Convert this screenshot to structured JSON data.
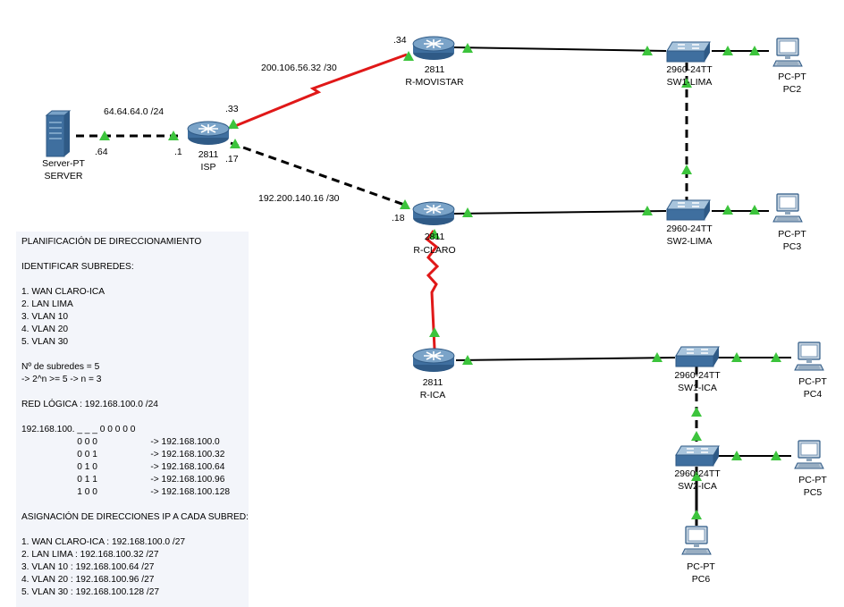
{
  "devices": {
    "server": {
      "type": "Server-PT",
      "name": "SERVER"
    },
    "isp": {
      "type": "2811",
      "name": "ISP"
    },
    "r_movistar": {
      "type": "2811",
      "name": "R-MOVISTAR"
    },
    "r_claro": {
      "type": "2811",
      "name": "R-CLARO"
    },
    "r_ica": {
      "type": "2811",
      "name": "R-ICA"
    },
    "sw1_lima": {
      "type": "2960-24TT",
      "name": "SW1-LIMA"
    },
    "sw2_lima": {
      "type": "2960-24TT",
      "name": "SW2-LIMA"
    },
    "sw1_ica": {
      "type": "2960-24TT",
      "name": "SW1-ICA"
    },
    "sw2_ica": {
      "type": "2960-24TT",
      "name": "SW2-ICA"
    },
    "pc2": {
      "type": "PC-PT",
      "name": "PC2"
    },
    "pc3": {
      "type": "PC-PT",
      "name": "PC3"
    },
    "pc4": {
      "type": "PC-PT",
      "name": "PC4"
    },
    "pc5": {
      "type": "PC-PT",
      "name": "PC5"
    },
    "pc6": {
      "type": "PC-PT",
      "name": "PC6"
    }
  },
  "networks": {
    "server_isp": "64.64.64.0 /24",
    "isp_movistar": "200.106.56.32 /30",
    "isp_claro": "192.200.140.16 /30"
  },
  "hosts": {
    "server": ".64",
    "isp_server": ".1",
    "isp_movistar": ".33",
    "isp_claro": ".17",
    "movistar": ".34",
    "claro": ".18"
  },
  "colors": {
    "serial_link": "#e01818",
    "link": "#000000",
    "port_up": "#3cc43c",
    "device": "#3f6f9f",
    "notes_bg": "#f3f5fa"
  },
  "notes": [
    "PLANIFICACIÓN DE DIRECCIONAMIENTO",
    "",
    "IDENTIFICAR SUBREDES:",
    "",
    "1. WAN CLARO-ICA",
    "2. LAN LIMA",
    "3. VLAN 10",
    "4. VLAN 20",
    "5. VLAN 30",
    "",
    "Nº de subredes = 5",
    "-> 2^n >= 5 -> n = 3",
    "",
    "RED LÓGICA : 192.168.100.0 /24",
    "",
    "192.168.100. _ _ _ 0 0 0 0 0",
    "                      0 0 0                     -> 192.168.100.0",
    "                      0 0 1                     -> 192.168.100.32",
    "                      0 1 0                     -> 192.168.100.64",
    "                      0 1 1                     -> 192.168.100.96",
    "                      1 0 0                     -> 192.168.100.128",
    "",
    "ASIGNACIÓN DE DIRECCIONES IP A CADA SUBRED:",
    "",
    "1. WAN CLARO-ICA : 192.168.100.0 /27",
    "2. LAN LIMA : 192.168.100.32 /27",
    "3. VLAN 10 : 192.168.100.64 /27",
    "4. VLAN 20 : 192.168.100.96 /27",
    "5. VLAN 30 : 192.168.100.128 /27"
  ]
}
